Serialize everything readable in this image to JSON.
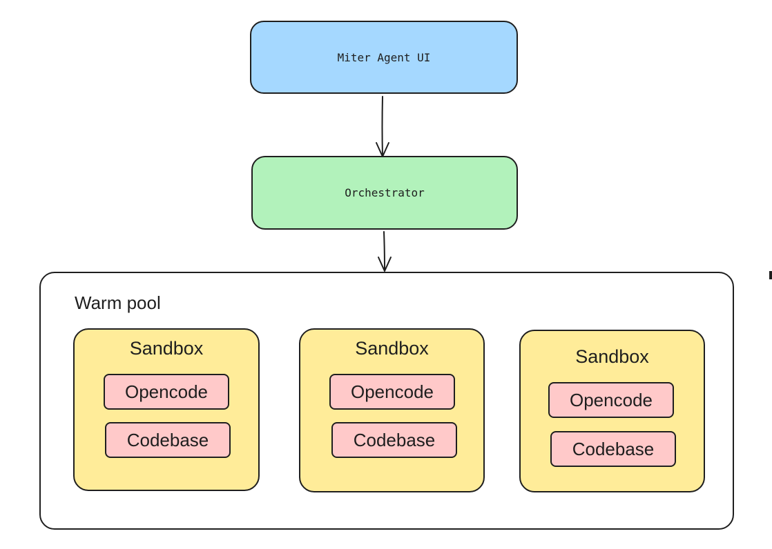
{
  "nodes": {
    "ui": {
      "label": "Miter Agent UI"
    },
    "orchestrator": {
      "label": "Orchestrator"
    }
  },
  "warm_pool": {
    "title": "Warm pool",
    "sandboxes": [
      {
        "title": "Sandbox",
        "items": [
          "Opencode",
          "Codebase"
        ]
      },
      {
        "title": "Sandbox",
        "items": [
          "Opencode",
          "Codebase"
        ]
      },
      {
        "title": "Sandbox",
        "items": [
          "Opencode",
          "Codebase"
        ]
      }
    ]
  },
  "edges": [
    {
      "from": "Miter Agent UI",
      "to": "Orchestrator"
    },
    {
      "from": "Orchestrator",
      "to": "Warm pool"
    }
  ],
  "colors": {
    "ui_fill": "#a5d8ff",
    "orchestrator_fill": "#b2f2bb",
    "sandbox_fill": "#ffec99",
    "component_fill": "#ffc9c9",
    "stroke": "#1e1e1e"
  }
}
